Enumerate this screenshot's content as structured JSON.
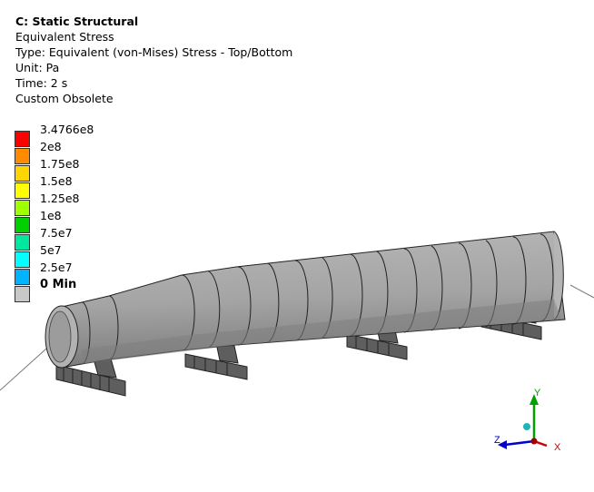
{
  "info": {
    "title": "C: Static Structural",
    "result": "Equivalent Stress",
    "type": "Type: Equivalent (von-Mises) Stress - Top/Bottom",
    "unit": "Unit: Pa",
    "time": "Time: 2 s",
    "custom": "Custom Obsolete"
  },
  "legend": {
    "labels": [
      "3.4766e8",
      "2e8",
      "1.75e8",
      "1.5e8",
      "1.25e8",
      "1e8",
      "7.5e7",
      "5e7",
      "2.5e7",
      "0 Min"
    ],
    "colors": [
      "#ff0000",
      "#ff8c00",
      "#ffd500",
      "#ffff00",
      "#a0ff00",
      "#00d000",
      "#00e8a0",
      "#00ffff",
      "#00b4ff",
      "#c8c8c8"
    ]
  },
  "triad": {
    "y": "Y",
    "z": "Z",
    "x": "X"
  },
  "model": {
    "icon": "pipe-duct-model",
    "surface_color": "#a9a9a9"
  }
}
